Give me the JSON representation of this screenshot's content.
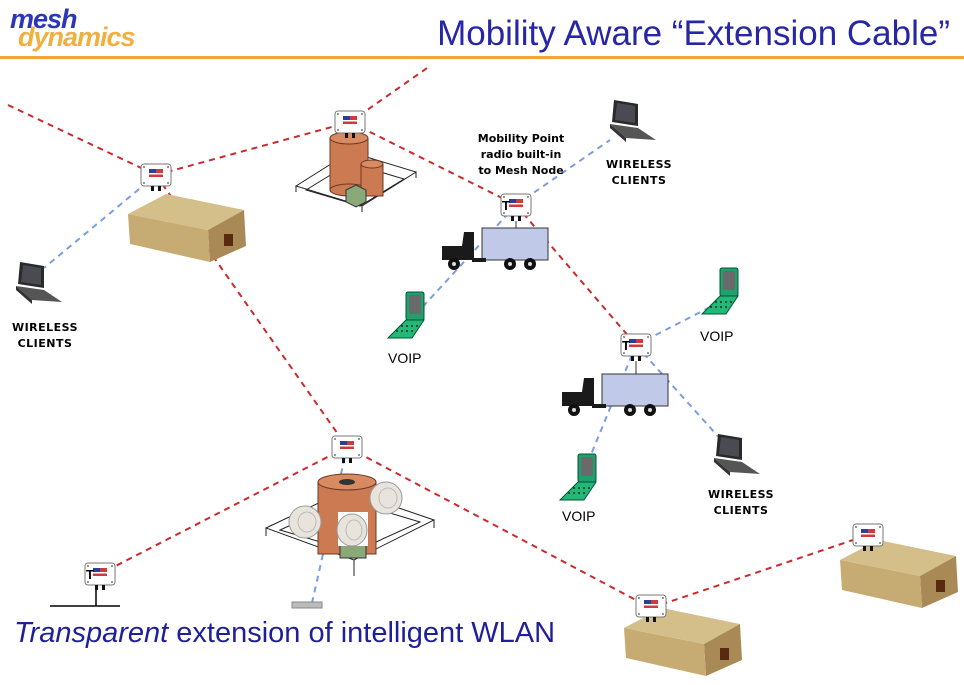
{
  "logo": {
    "line1": "mesh",
    "line2": "dynamics"
  },
  "title": "Mobility Aware “Extension Cable”",
  "labels": {
    "mobility_point": [
      "Mobility Point",
      "radio built-in",
      "to Mesh Node"
    ],
    "wireless_clients_line1": "WIRELESS",
    "wireless_clients_line2": "CLIENTS",
    "voip": "VOIP"
  },
  "footer": {
    "italic": "Transparent",
    "rest": " extension of intelligent WLAN"
  },
  "colors": {
    "title": "#2626a6",
    "rule": "#f2a532",
    "backhaul_link": "#cc2a2a",
    "client_link": "#7a9ee0"
  }
}
